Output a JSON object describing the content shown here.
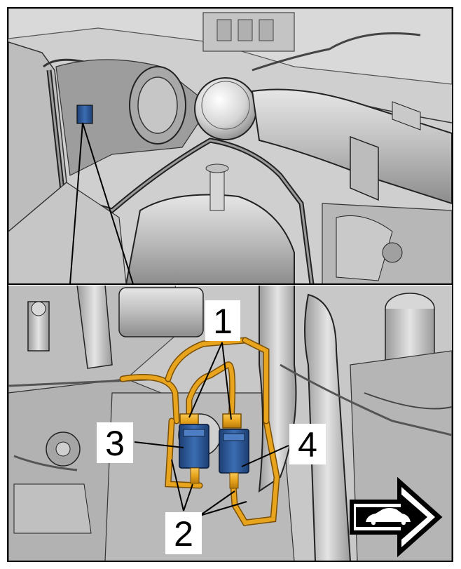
{
  "figure": {
    "panels": [
      "overview-view",
      "detail-view"
    ],
    "callouts": [
      {
        "id": "callout-1",
        "label": "1"
      },
      {
        "id": "callout-2",
        "label": "2"
      },
      {
        "id": "callout-3",
        "label": "3"
      },
      {
        "id": "callout-4",
        "label": "4"
      }
    ],
    "direction_icon": "car-forward-arrow-icon",
    "colors": {
      "hose_highlight": "#e8a41c",
      "valve_body": "#2f5d9c",
      "line": "#000000",
      "background": "#ffffff",
      "metal_light": "#d8d8d8",
      "metal_mid": "#b5b5b5",
      "metal_dark": "#8e8e8e"
    }
  }
}
